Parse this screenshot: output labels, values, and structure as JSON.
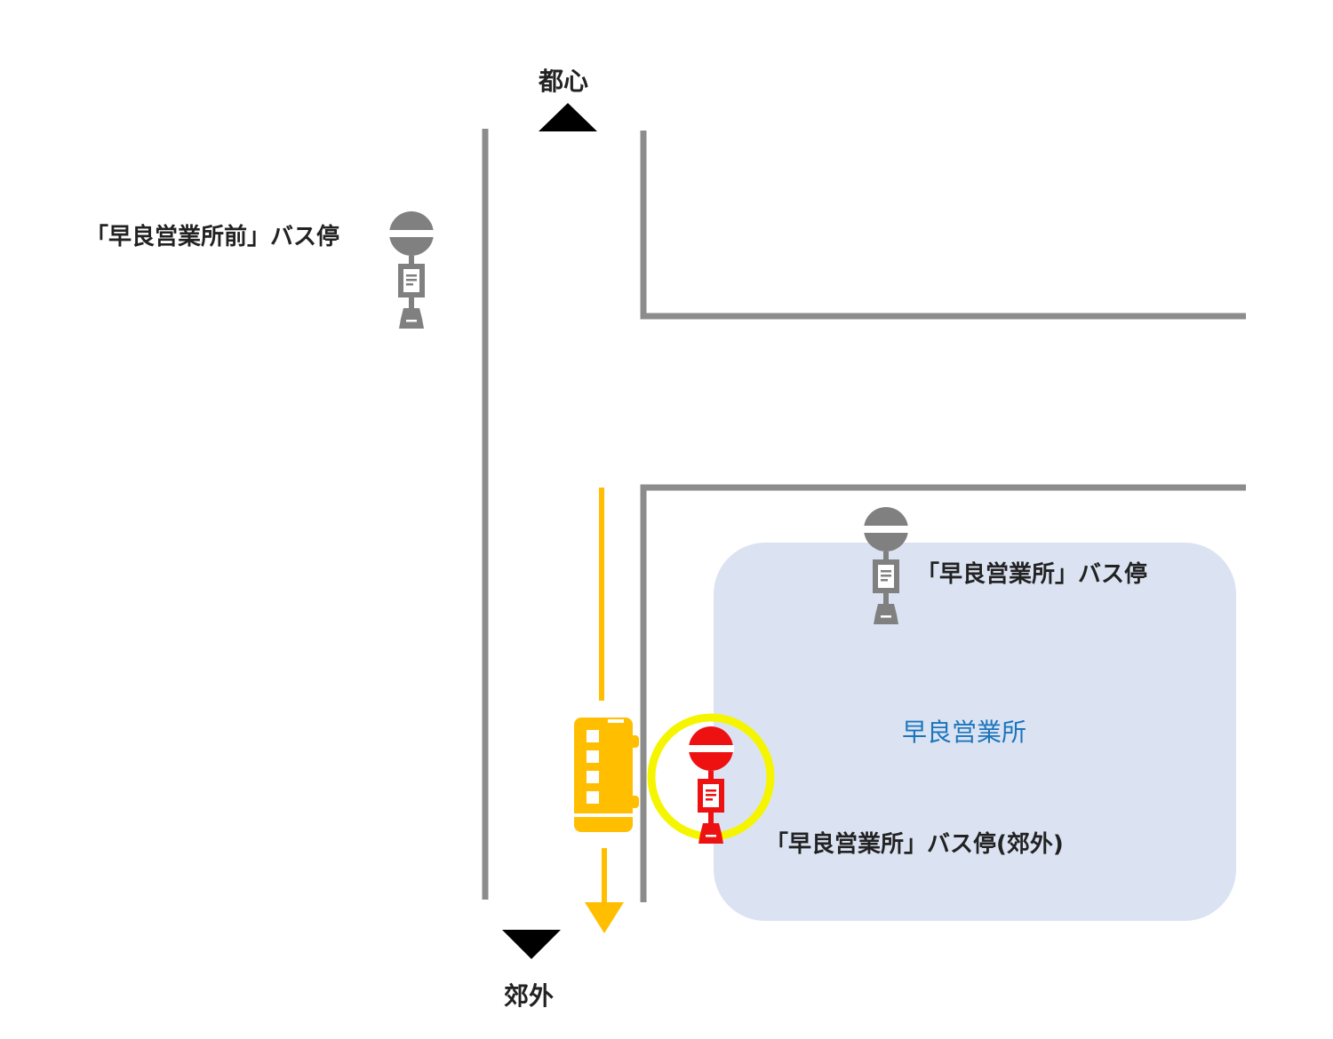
{
  "directions": {
    "north": "都心",
    "south": "郊外"
  },
  "office": {
    "name": "早良営業所",
    "fill": "#dbe3f3",
    "text_color": "#1b75bc"
  },
  "bus_stops": {
    "front": {
      "label": "「早良営業所前」バス停",
      "icon": "bus-stop-sign-icon",
      "color": "#808080"
    },
    "office": {
      "label": "「早良営業所」バス停",
      "icon": "bus-stop-sign-icon",
      "color": "#808080"
    },
    "suburb": {
      "label": "「早良営業所」バス停(郊外)",
      "icon": "bus-stop-sign-icon",
      "color": "#ee1111",
      "highlight_color": "#f5f500"
    }
  },
  "bus": {
    "icon": "bus-icon",
    "color": "#ffbf00",
    "direction": "south"
  },
  "colors": {
    "road": "#8c8c8c",
    "direction_marker": "#000000"
  }
}
